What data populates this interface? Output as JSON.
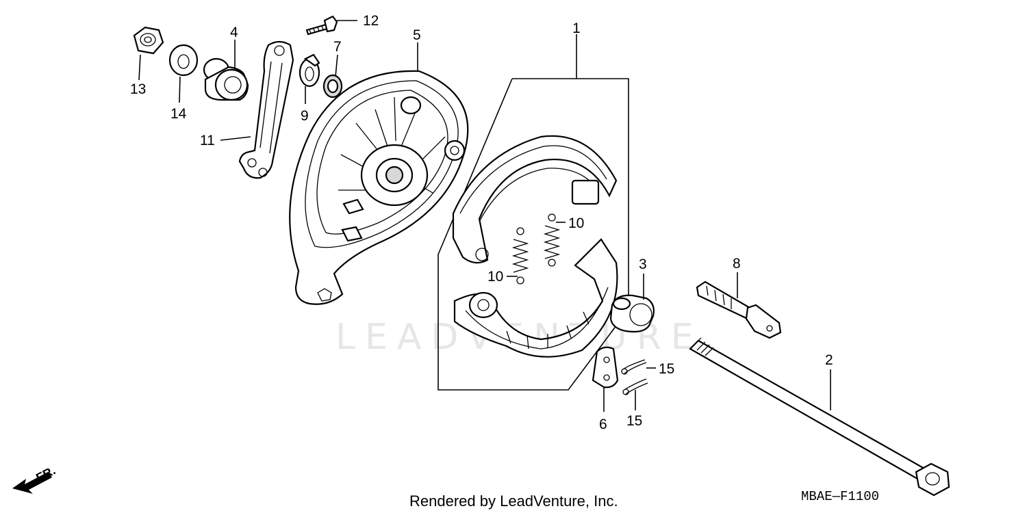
{
  "diagram": {
    "callouts": [
      "1",
      "2",
      "3",
      "4",
      "5",
      "6",
      "7",
      "8",
      "9",
      "10",
      "11",
      "12",
      "13",
      "14",
      "15"
    ],
    "labels": {
      "p1": "1",
      "p2": "2",
      "p3": "3",
      "p4": "4",
      "p5": "5",
      "p6": "6",
      "p7": "7",
      "p8": "8",
      "p9": "9",
      "p10a": "10",
      "p10b": "10",
      "p11": "11",
      "p12": "12",
      "p13": "13",
      "p14": "14",
      "p15a": "15",
      "p15b": "15"
    },
    "front_marker": "FR.",
    "watermark": "LEADVENTURE",
    "footer": "Rendered by LeadVenture, Inc.",
    "diagram_code": "MBAE—F1100"
  }
}
